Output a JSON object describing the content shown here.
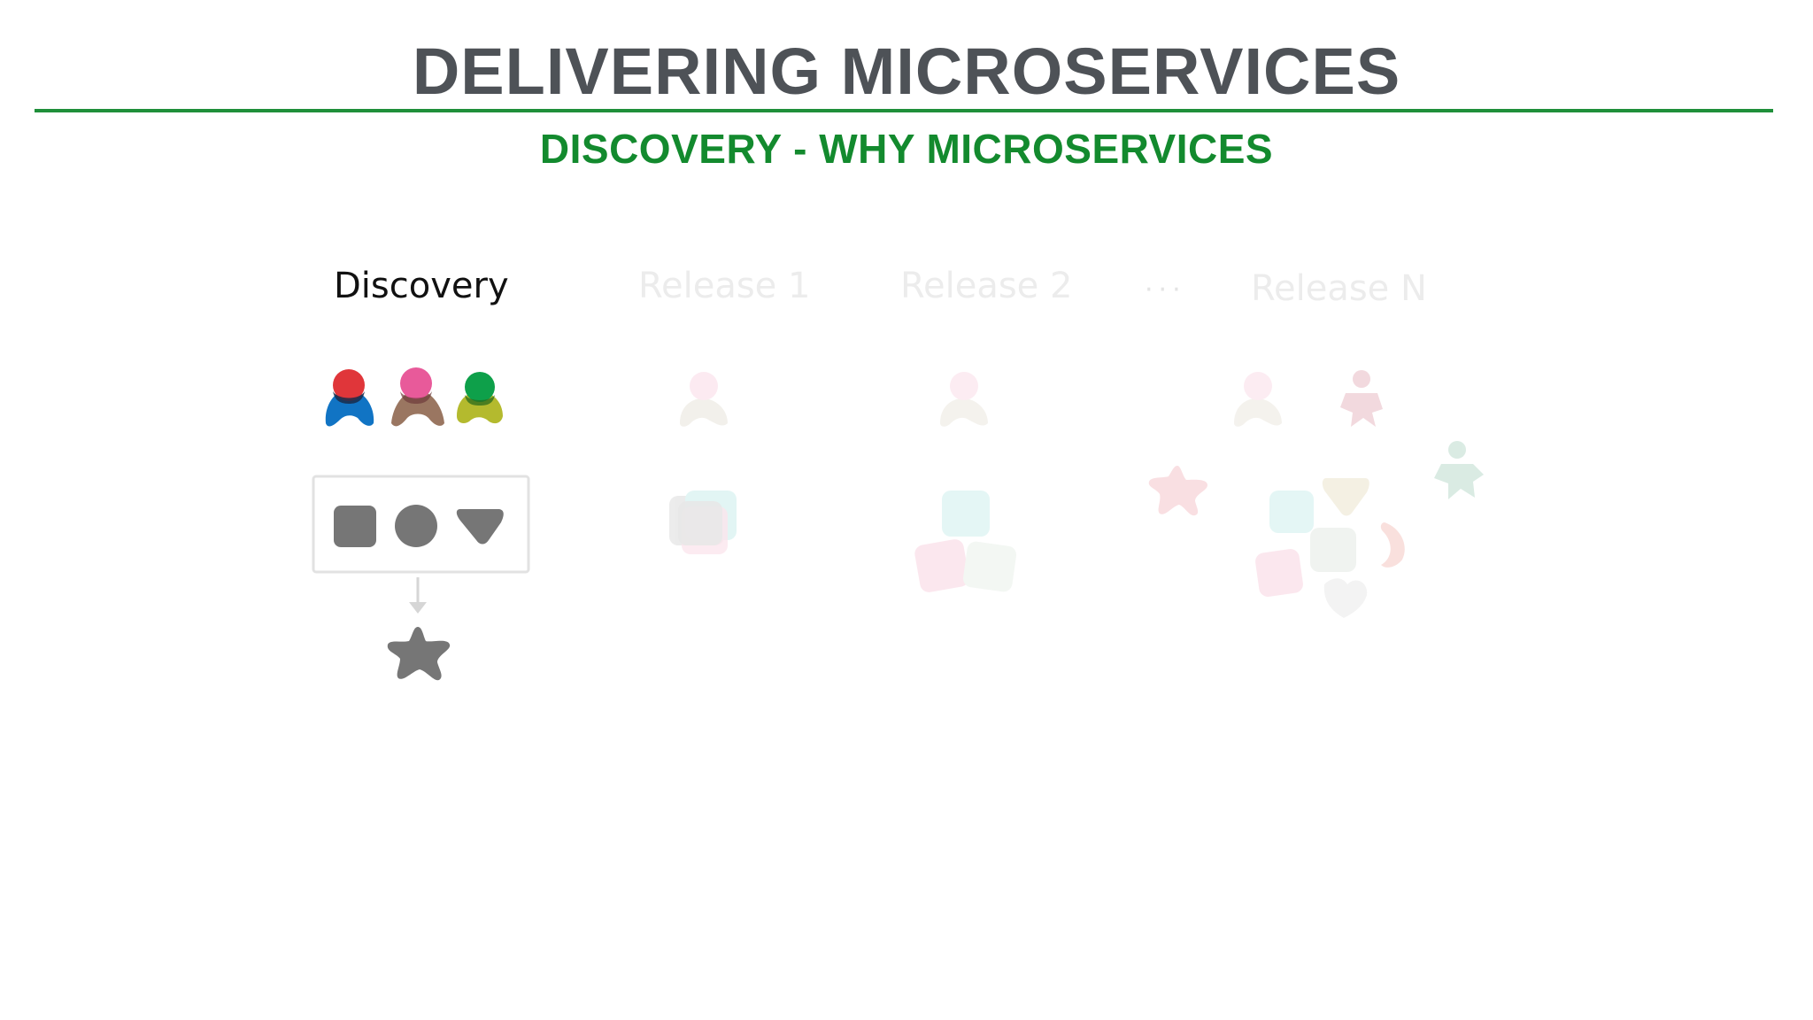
{
  "header": {
    "title": "DELIVERING MICROSERVICES",
    "subtitle": "DISCOVERY - WHY MICROSERVICES",
    "title_color": "#4e5257",
    "accent_color": "#1f8f3a"
  },
  "columns": [
    {
      "label": "Discovery",
      "state": "active"
    },
    {
      "label": "Release 1",
      "state": "faded"
    },
    {
      "label": "Release 2",
      "state": "faded"
    },
    {
      "label": "Release N",
      "state": "faded"
    }
  ],
  "ellipsis": "···",
  "discovery": {
    "people": [
      {
        "head_color": "#e0363a",
        "body_color": "#1174c4"
      },
      {
        "head_color": "#e85a9a",
        "body_color": "#9a7661"
      },
      {
        "head_color": "#0ea04a",
        "body_color": "#b4ba2e"
      }
    ],
    "shapes": [
      "square-shape",
      "circle-shape",
      "triangle-shape"
    ],
    "shape_color": "#767676",
    "result": "star-shape"
  }
}
